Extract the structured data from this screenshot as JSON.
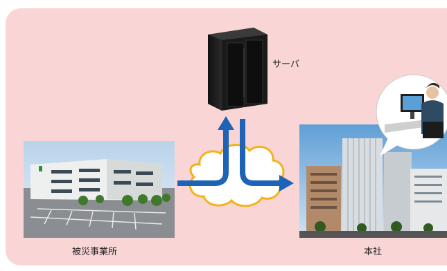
{
  "labels": {
    "server": "サーバ",
    "damaged_site": "被災事業所",
    "head_office": "本社"
  },
  "colors": {
    "panel_bg": "#f9d5d6",
    "arrow": "#1d63b8",
    "cloud_outline": "#f2b21a",
    "cloud_fill": "#ffffff"
  }
}
